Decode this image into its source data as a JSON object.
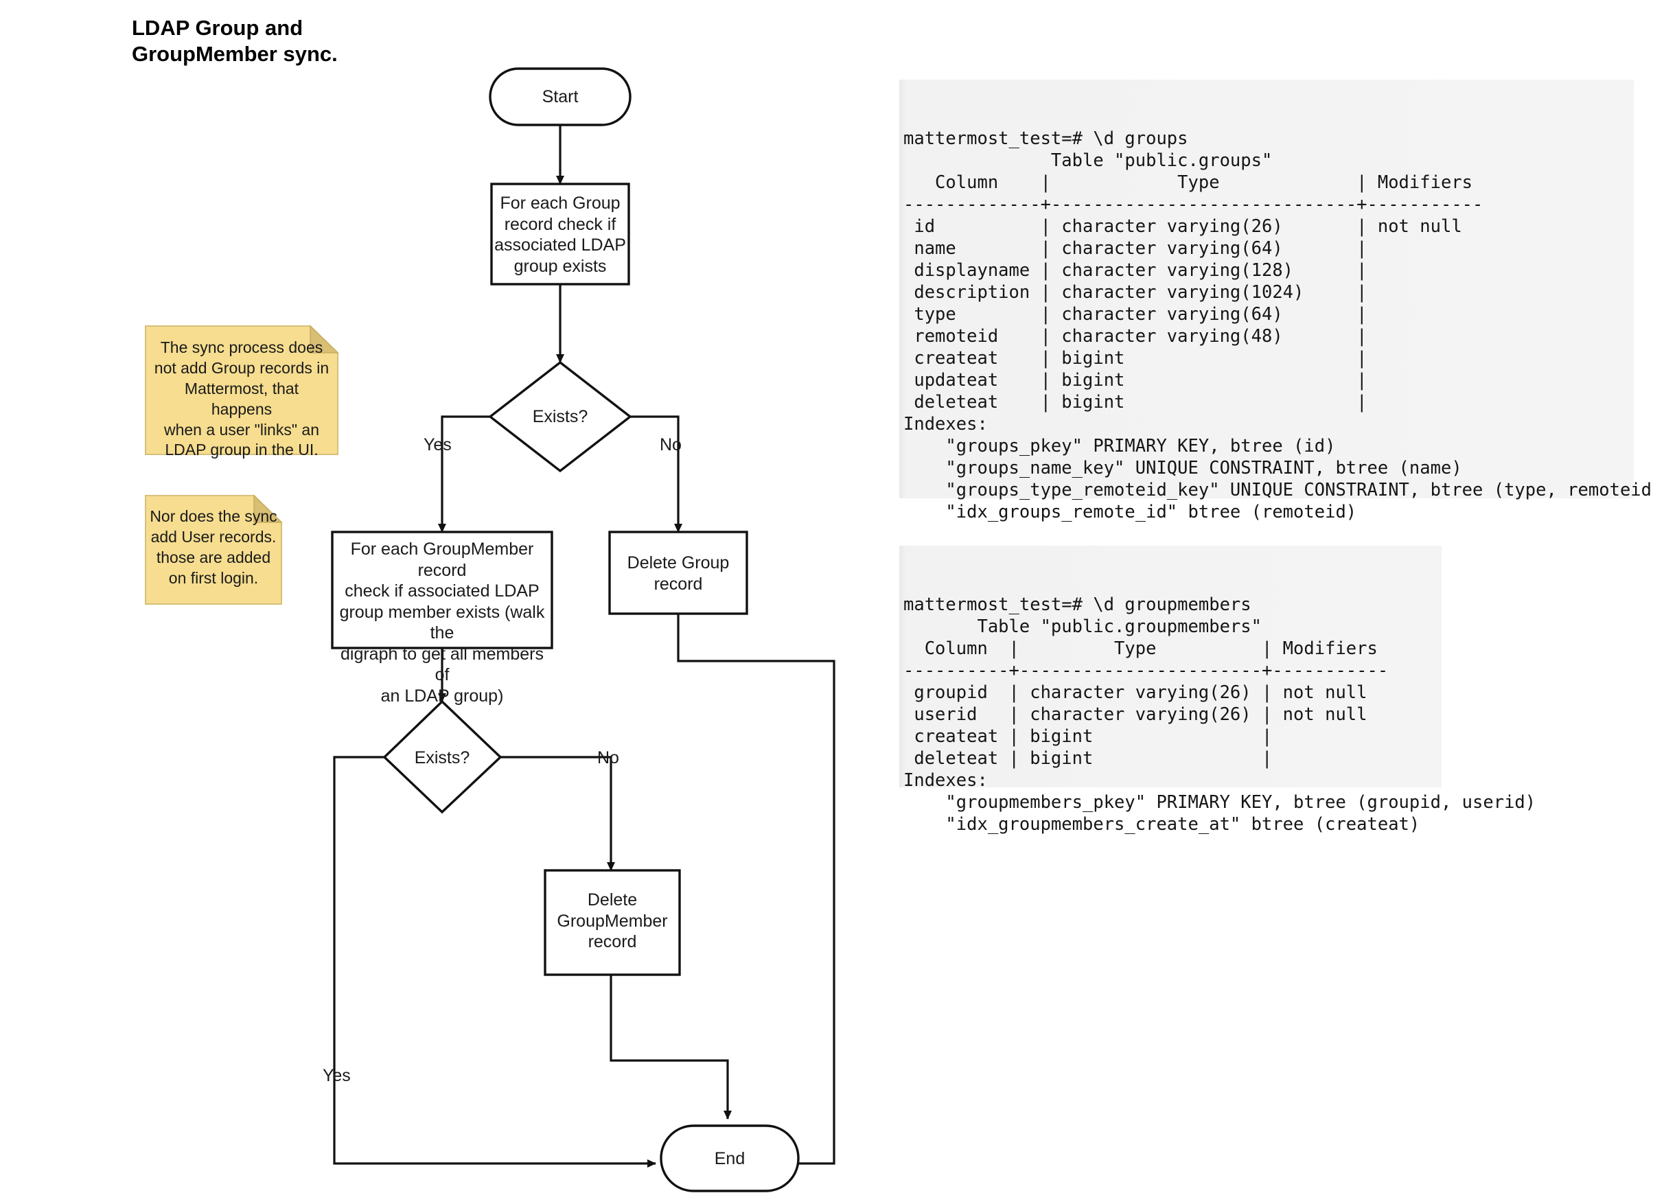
{
  "title": "LDAP Group and\nGroupMember sync.",
  "flowchart": {
    "nodes": {
      "start": "Start",
      "check_group": "For each Group\nrecord check if\nassociated LDAP\ngroup exists",
      "exists_1": "Exists?",
      "check_member": "For each GroupMember record\ncheck if associated LDAP\ngroup member exists (walk the\ndigraph to get all members of\nan LDAP group)",
      "delete_group": "Delete Group\nrecord",
      "exists_2": "Exists?",
      "delete_groupmember": "Delete\nGroupMember\nrecord",
      "end": "End"
    },
    "edges": {
      "exists1_yes": "Yes",
      "exists1_no": "No",
      "exists2_no": "No",
      "exists2_yes": "Yes"
    }
  },
  "notes": [
    {
      "id": "note-sync-group",
      "text": "The sync process does\nnot add Group records in\nMattermost, that happens\nwhen a user \"links\" an\nLDAP group in the UI.",
      "color": "#f6dd8f"
    },
    {
      "id": "note-sync-user",
      "text": "Nor does the sync\nadd User records.\nthose are added\non first login.",
      "color": "#f6dd8f"
    }
  ],
  "terminals": [
    {
      "id": "terminal-groups",
      "lines": "mattermost_test=# \\d groups\n              Table \"public.groups\"\n   Column    |            Type             | Modifiers\n-------------+-----------------------------+-----------\n id          | character varying(26)       | not null\n name        | character varying(64)       |\n displayname | character varying(128)      |\n description | character varying(1024)     |\n type        | character varying(64)       |\n remoteid    | character varying(48)       |\n createat    | bigint                      |\n updateat    | bigint                      |\n deleteat    | bigint                      |\nIndexes:\n    \"groups_pkey\" PRIMARY KEY, btree (id)\n    \"groups_name_key\" UNIQUE CONSTRAINT, btree (name)\n    \"groups_type_remoteid_key\" UNIQUE CONSTRAINT, btree (type, remoteid)\n    \"idx_groups_remote_id\" btree (remoteid)\n\n          _"
    },
    {
      "id": "terminal-groupmembers",
      "lines": "mattermost_test=# \\d groupmembers\n       Table \"public.groupmembers\"\n  Column  |         Type          | Modifiers\n----------+-----------------------+-----------\n groupid  | character varying(26) | not null\n userid   | character varying(26) | not null\n createat | bigint                |\n deleteat | bigint                |\nIndexes:\n    \"groupmembers_pkey\" PRIMARY KEY, btree (groupid, userid)\n    \"idx_groupmembers_create_at\" btree (createat)"
    }
  ],
  "colors": {
    "stroke": "#111111",
    "node_fill": "#ffffff",
    "note_fill": "#f6dd8f",
    "note_fold": "#d8bf74",
    "terminal_bg": "#f3f3f3"
  }
}
